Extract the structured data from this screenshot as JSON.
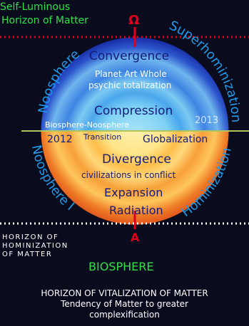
{
  "top_left_label": [
    "Self-Luminous",
    "Horizon of Matter"
  ],
  "omega_symbol": "Ω",
  "alpha_symbol": "A",
  "arc_left_top": "Noosphere II",
  "arc_right_top": "Superhominization",
  "arc_left_bottom": "Noosphere I",
  "arc_right_bottom": "Hominization",
  "upper_labels": {
    "convergence": "Convergence",
    "planet_line1": "Planet Art Whole",
    "planet_line2": "psychic totalization",
    "compression": "Compression",
    "transition_line1": "Biosphere-Noosphere",
    "transition_line2": "Transition",
    "year_left": "2012",
    "year_right": "2013",
    "globalization": "Globalization"
  },
  "lower_labels": {
    "divergence": "Divergence",
    "civilizations": "civilizations in conflict",
    "expansion": "Expansion",
    "radiation": "Radiation"
  },
  "horizon_left": [
    "HORIZON OF",
    "HOMINIZATION",
    "OF MATTER"
  ],
  "biosphere": "BIOSPHERE",
  "bottom_lines": [
    "HORIZON OF VITALIZATION OF MATTER",
    "Tendency of Matter to greater",
    "complexification"
  ],
  "colors": {
    "background": "#0a0c1e",
    "green": "#2fe04a",
    "red_dots": "#e0001c",
    "upper_dark": "#1628a8",
    "upper_light": "#8fd6f2",
    "lower_light": "#ffe07a",
    "lower_dark": "#e5501c",
    "label_navy": "#141c78"
  }
}
